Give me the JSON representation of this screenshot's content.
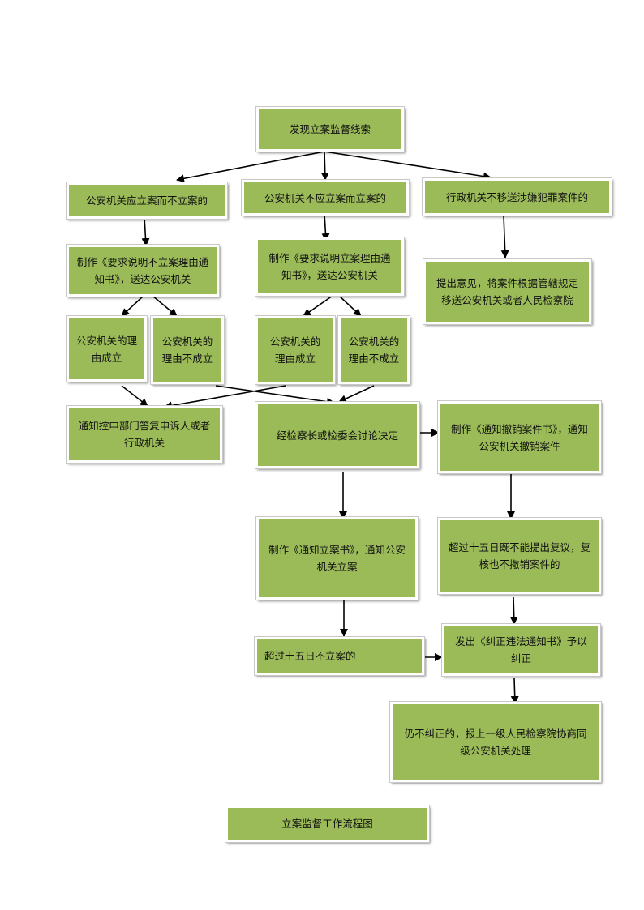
{
  "colors": {
    "box_fill": "#9bbb59",
    "box_border": "#ffffff",
    "arrow": "#000000"
  },
  "nodes": {
    "discover_clue": "发现立案监督线索",
    "should_file_not_filed": "公安机关应立案而不立案的",
    "should_not_file_but_filed": "公安机关不应立案而立案的",
    "admin_not_transfer": "行政机关不移送涉嫌犯罪案件的",
    "request_explain_not_filing": "制作《要求说明不立案理由通知书》，送达公安机关",
    "request_explain_filing": "制作《要求说明立案理由通知书》，送达公安机关",
    "propose_transfer": "提出意见，将案件根据管辖规定移送公安机关或者人民检察院",
    "reason_valid_1": "公安机关的理由成立",
    "reason_invalid_1": "公安机关的理由不成立",
    "reason_valid_2": "公安机关的理由成立",
    "reason_invalid_2": "公安机关的理由不成立",
    "notify_complainant": "通知控申部门答复申诉人或者行政机关",
    "chief_decision": "经检察长或检委会讨论决定",
    "notice_revoke": "制作《通知撤销案件书》，通知公安机关撤销案件",
    "notice_file": "制作《通知立案书》，通知公安机关立案",
    "overdue_no_review": "超过十五日既不能提出复议，复核也不撤销案件的",
    "overdue_not_filed": "超过十五日不立案的",
    "correction_notice": "发出《纠正违法通知书》予以纠正",
    "report_superior": "仍不纠正的，报上一级人民检察院协商同级公安机关处理",
    "chart_title": "立案监督工作流程图"
  }
}
